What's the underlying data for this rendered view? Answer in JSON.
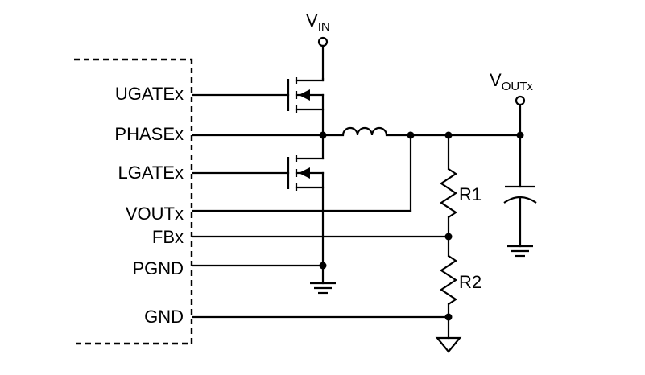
{
  "pins": [
    {
      "id": "ugate",
      "label": "UGATEx"
    },
    {
      "id": "phase",
      "label": "PHASEx"
    },
    {
      "id": "lgate",
      "label": "LGATEx"
    },
    {
      "id": "vout",
      "label": "VOUTx"
    },
    {
      "id": "fb",
      "label": "FBx"
    },
    {
      "id": "pgnd",
      "label": "PGND"
    },
    {
      "id": "gnd",
      "label": "GND"
    }
  ],
  "nets": {
    "vin": {
      "main": "V",
      "sub": "IN"
    },
    "voutx": {
      "main": "V",
      "sub": "OUTx"
    }
  },
  "components": {
    "r1": "R1",
    "r2": "R2"
  },
  "colors": {
    "stroke": "#000000",
    "background": "#ffffff"
  }
}
